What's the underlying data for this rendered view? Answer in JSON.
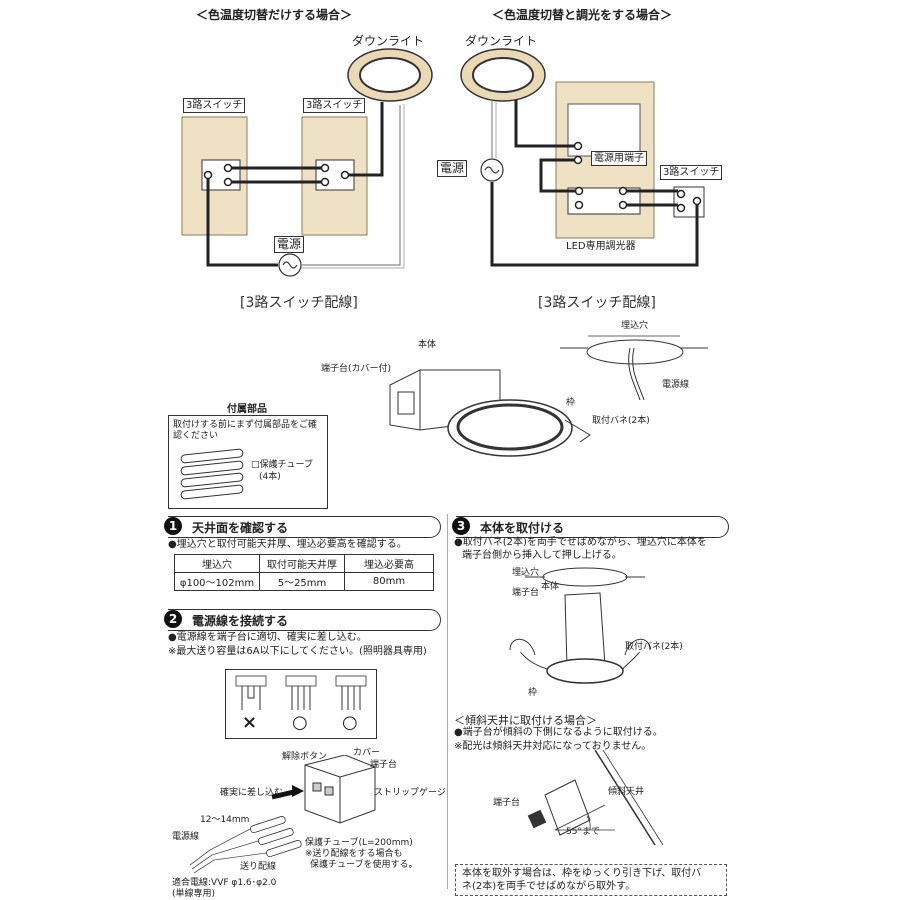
{
  "top": {
    "left_title": "＜色温度切替だけする場合＞",
    "right_title": "＜色温度切替と調光をする場合＞",
    "downlight": "ダウンライト",
    "switch3": "3路スイッチ",
    "power": "電源",
    "power_terminal": "電源用端子",
    "dimmer": "LED専用調光器",
    "caption": "[3路スイッチ配線]"
  },
  "product": {
    "hon_tai": "本体",
    "terminal_cover": "端子台(カバー付)",
    "waku": "枠",
    "spring": "取付バネ(2本)",
    "hole": "埋込穴",
    "power_line": "電源線"
  },
  "accessories": {
    "title": "付属部品",
    "note": "取付けする前にまず付属部品をご確認ください",
    "item": "□保護チューブ",
    "count": "(4本)"
  },
  "step1": {
    "num": "1",
    "title": "天井面を確認する",
    "desc": "●埋込穴と取付可能天井厚、埋込必要高を確認する。",
    "headers": [
      "埋込穴",
      "取付可能天井厚",
      "埋込必要高"
    ],
    "values": [
      "φ100〜102mm",
      "5〜25mm",
      "80mm"
    ]
  },
  "step2": {
    "num": "2",
    "title": "電源線を接続する",
    "desc1": "●電源線を端子台に適切、確実に差し込む。",
    "desc2": "※最大送り容量は6A以下にしてください。(照明器具専用)",
    "ng": "×",
    "ok1": "○",
    "ok2": "○",
    "release": "解除ボタン",
    "cover": "カバー",
    "terminal": "端子台",
    "insert": "確実に差し込む",
    "strip": "ストリップゲージ",
    "length": "12～14mm",
    "power_line": "電源線",
    "feed": "送り配線",
    "tube1": "保護チューブ(L=200mm)",
    "tube2": "※送り配線をする場合も",
    "tube3": "保護チューブを使用する。",
    "wire1": "適合電線:VVF φ1.6･φ2.0",
    "wire2": "(単線専用)"
  },
  "step3": {
    "num": "3",
    "title": "本体を取付ける",
    "desc1": "●取付バネ(2本)を両手でせばめながら、埋込穴に本体を",
    "desc2": "端子台側から挿入して押し上げる。",
    "hole": "埋込穴",
    "hon_tai": "本体",
    "terminal": "端子台",
    "spring": "取付バネ(2本)",
    "waku": "枠"
  },
  "slope": {
    "title": "＜傾斜天井に取付ける場合＞",
    "desc1": "●端子台が傾斜の下側になるように取付ける。",
    "desc2": "※配光は傾斜天井対応になっておりません。",
    "ceiling": "傾斜天井",
    "terminal": "端子台",
    "angle": "55°まで"
  },
  "removal": {
    "line1": "本体を取外す場合は、枠をゆっくり引き下げ、取付バ",
    "line2": "ネ(2本)を両手でせばめながら取外す。"
  }
}
